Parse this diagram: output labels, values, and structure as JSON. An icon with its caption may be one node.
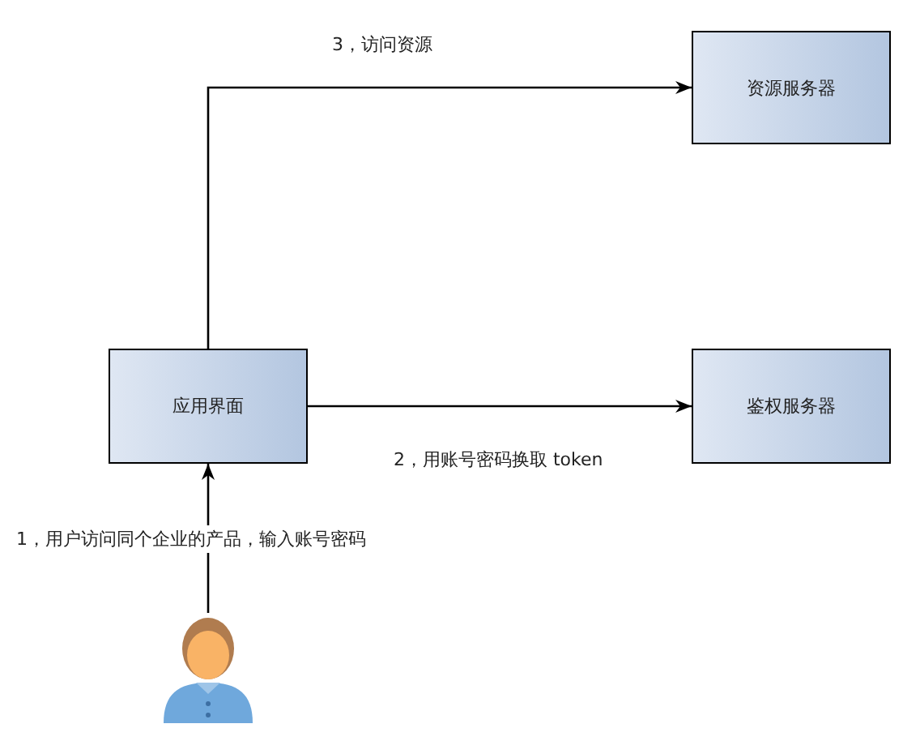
{
  "diagram": {
    "nodes": [
      {
        "text": [
          "资源服务器"
        ]
      },
      {
        "text": [
          "应用界面"
        ]
      },
      {
        "text": [
          "鉴权服务器"
        ]
      },
      {
        "text": [],
        "shape": "person"
      }
    ],
    "edges": [
      {
        "from": 3,
        "to": 1,
        "arrow": "to",
        "label": "1，用户访问同个企业的产品，输入账号密码"
      },
      {
        "from": 1,
        "to": 2,
        "arrow": "to",
        "label": "2，用账号密码换取 token"
      },
      {
        "from": 1,
        "to": 0,
        "arrow": "to",
        "label": "3，访问资源"
      }
    ]
  }
}
